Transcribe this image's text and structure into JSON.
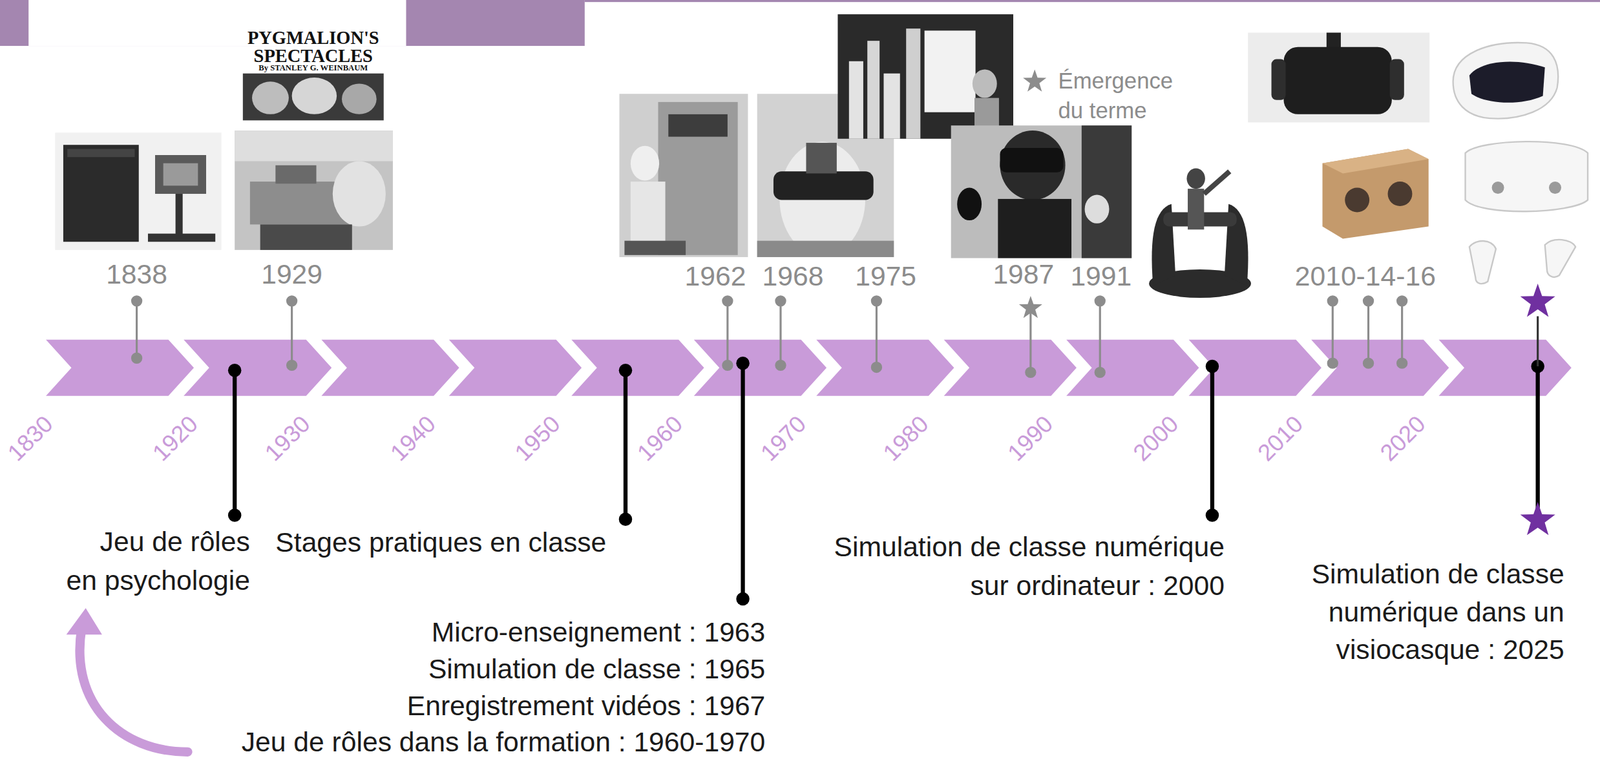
{
  "diagram": {
    "labels": [
      "PYGMALION'S SPECTACLES",
      "By STANLEY G. WEINBAUM",
      "Émergence du terme",
      "1838",
      "1929",
      "1962",
      "1968",
      "1975",
      "1987",
      "1991",
      "2010-14-16",
      "1830",
      "1920",
      "1930",
      "1940",
      "1950",
      "1960",
      "1970",
      "1980",
      "1990",
      "2000",
      "2010",
      "2020",
      "Jeu de rôles en psychologie",
      "Stages pratiques en classe",
      "Micro-enseignement : 1963",
      "Simulation de classe : 1965",
      "Enregistrement vidéos : 1967",
      "Jeu de rôles dans la formation : 1960-1970",
      "Simulation de classe numérique sur ordinateur : 2000",
      "Simulation de classe numérique dans un visiocasque : 2025"
    ]
  }
}
